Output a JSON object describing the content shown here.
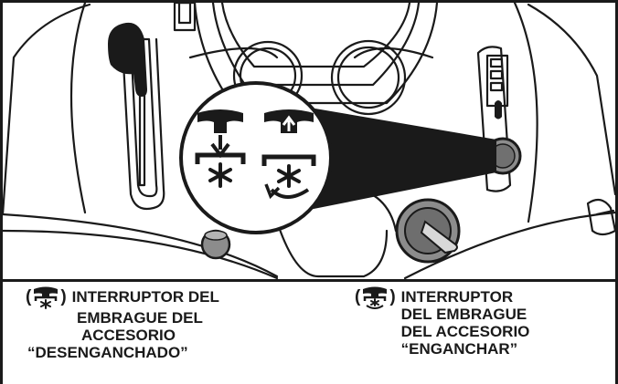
{
  "figure": {
    "style": "black-and-white technical line drawing of a riding mower dashboard",
    "colors": {
      "ink": "#1a1a1a",
      "knob_gray": "#8c8c8c",
      "knob_dark": "#5a5a5a",
      "background": "#ffffff"
    }
  },
  "callout": {
    "icons": [
      "pto-disengage-icon",
      "pto-engage-icon"
    ]
  },
  "captions": {
    "left": {
      "icon": "pto-disengage-icon",
      "open_paren": "(",
      "close_paren": ")",
      "line1": "INTERRUPTOR DEL",
      "line2": "EMBRAGUE DEL",
      "line3": "ACCESORIO",
      "line4": "“DESENGANCHADO”"
    },
    "right": {
      "icon": "pto-engage-icon",
      "open_paren": "(",
      "close_paren": ")",
      "line1": "INTERRUPTOR",
      "line2": "DEL EMBRAGUE",
      "line3": "DEL ACCESORIO",
      "line4": "“ENGANCHAR”"
    }
  }
}
